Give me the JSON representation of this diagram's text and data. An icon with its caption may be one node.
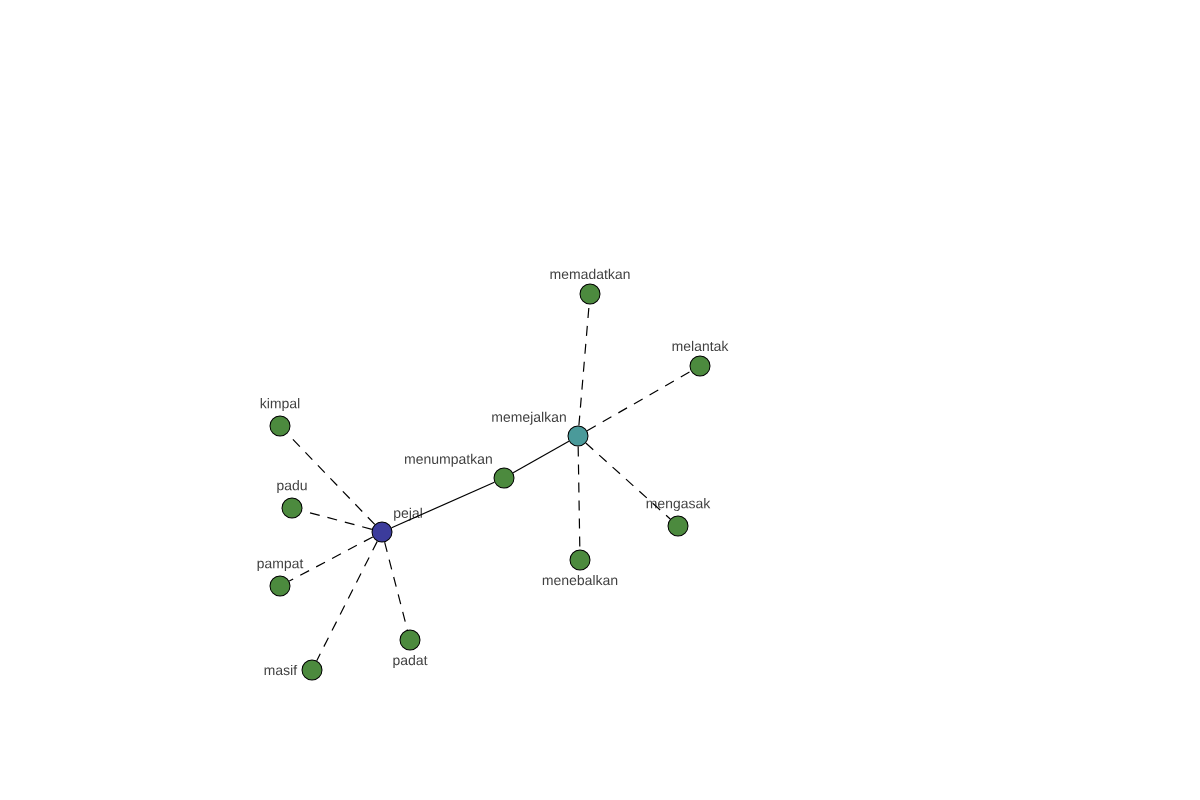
{
  "diagram": {
    "nodes": [
      {
        "text": [
          "pejal"
        ]
      },
      {
        "text": [
          "kimpal"
        ]
      },
      {
        "text": [
          "padu"
        ]
      },
      {
        "text": [
          "pampat"
        ]
      },
      {
        "text": [
          "masif"
        ]
      },
      {
        "text": [
          "padat"
        ]
      },
      {
        "text": [
          "menumpatkan"
        ]
      },
      {
        "text": [
          "memejalkan"
        ]
      },
      {
        "text": [
          "memadatkan"
        ]
      },
      {
        "text": [
          "melantak"
        ]
      },
      {
        "text": [
          "mengasak"
        ]
      },
      {
        "text": [
          "menebalkan"
        ]
      }
    ],
    "edges": [
      {
        "from": 0,
        "to": 6,
        "arrow": "none"
      },
      {
        "from": 6,
        "to": 7,
        "arrow": "none"
      },
      {
        "from": 0,
        "to": 1,
        "arrow": "none",
        "style": "dashed"
      },
      {
        "from": 0,
        "to": 2,
        "arrow": "none",
        "style": "dashed"
      },
      {
        "from": 0,
        "to": 3,
        "arrow": "none",
        "style": "dashed"
      },
      {
        "from": 0,
        "to": 4,
        "arrow": "none",
        "style": "dashed"
      },
      {
        "from": 0,
        "to": 5,
        "arrow": "none",
        "style": "dashed"
      },
      {
        "from": 7,
        "to": 8,
        "arrow": "none",
        "style": "dashed"
      },
      {
        "from": 7,
        "to": 9,
        "arrow": "none",
        "style": "dashed"
      },
      {
        "from": 7,
        "to": 10,
        "arrow": "none",
        "style": "dashed"
      },
      {
        "from": 7,
        "to": 11,
        "arrow": "none",
        "style": "dashed"
      }
    ]
  }
}
